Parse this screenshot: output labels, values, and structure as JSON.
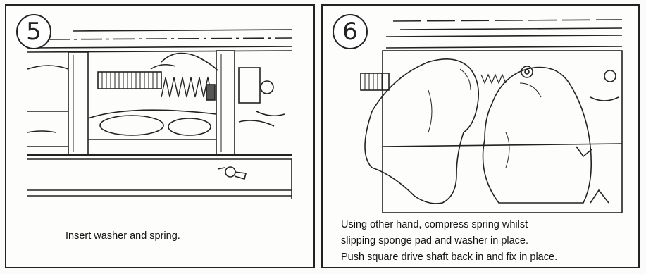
{
  "panels": [
    {
      "step": "5",
      "caption_lines": [
        "Insert washer and spring."
      ]
    },
    {
      "step": "6",
      "caption_lines": [
        "Using other hand, compress spring whilst",
        "slipping sponge pad and washer in place.",
        "Push square drive shaft back in and fix in place."
      ]
    }
  ]
}
